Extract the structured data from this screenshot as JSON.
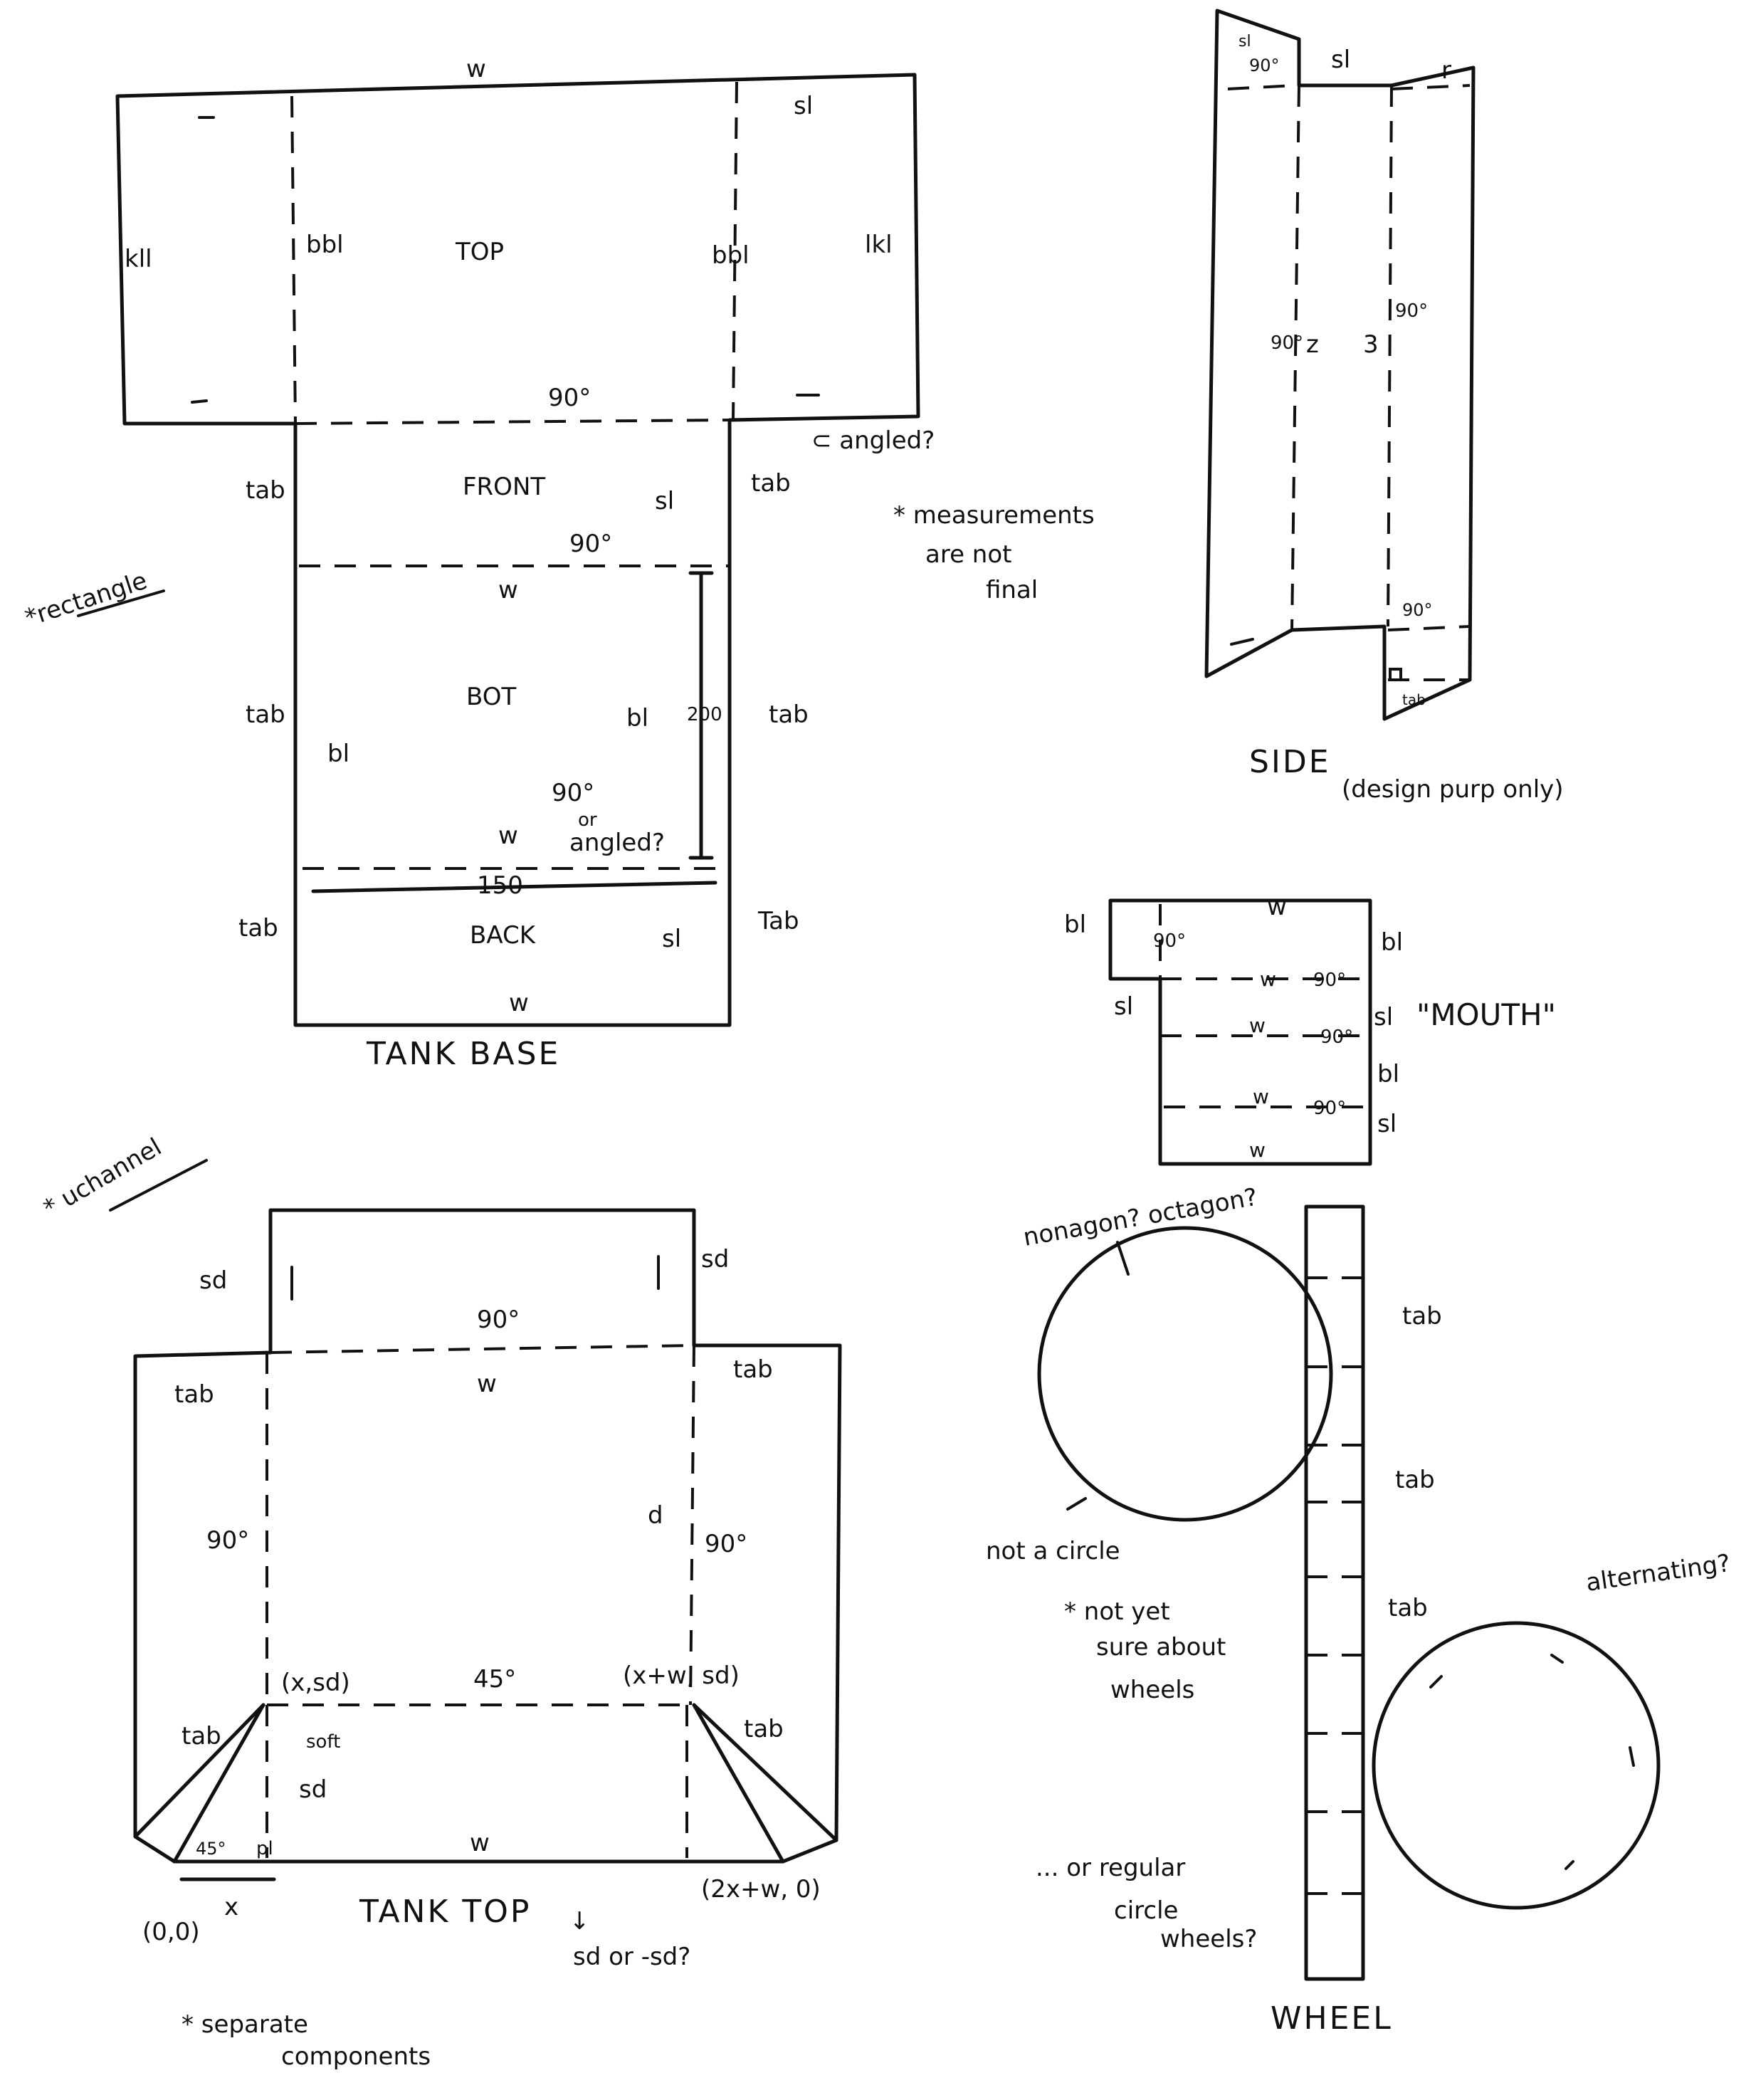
{
  "tank_base": {
    "title": "TANK BASE",
    "top": {
      "w": "w",
      "sl": "sl",
      "kl": "kll",
      "bl_left": "bbl",
      "name": "TOP",
      "bl_right": "bbl",
      "kl_right": "lkl",
      "angle": "90°",
      "angled_note": "⊂ angled?"
    },
    "front": {
      "name": "FRONT",
      "sl": "sl",
      "angle": "90°",
      "tab_left": "tab",
      "tab_right": "tab"
    },
    "bot": {
      "w_top": "w",
      "name": "BOT",
      "bl_right": "bl",
      "bl_left": "bl",
      "height": "200",
      "w_bottom": "w",
      "angle_note": "90°",
      "angle_or": "or",
      "angle_alt": "angled?",
      "width": "150",
      "tab_left": "tab",
      "tab_right": "tab"
    },
    "back": {
      "name": "BACK",
      "sl": "sl",
      "w": "w",
      "tab_left": "tab",
      "tab_right": "Tab"
    }
  },
  "notes": {
    "rectangle": "*rectangle",
    "measurements": [
      "* measurements",
      "are   not",
      "final"
    ],
    "uchannel": "* uchannel",
    "wheels": [
      "* not  yet",
      "sure  about",
      "wheels"
    ],
    "separate": [
      "* separate",
      "components"
    ],
    "sd_question": [
      "↓",
      "sd or -sd?"
    ]
  },
  "side": {
    "title": "SIDE",
    "subtitle": "(design purp only)",
    "labels": {
      "sl_top": "sl",
      "top_left": "sl",
      "angle_top": "90°",
      "r": "r",
      "z": "z",
      "three": "3",
      "angle_left": "90°",
      "angle_right": "90°",
      "angle_bottom": "90°",
      "tab": "tab"
    }
  },
  "mouth": {
    "title": "\"MOUTH\"",
    "labels": {
      "bl1": "bl",
      "angle1": "90°",
      "w_top": "w",
      "bl_right1": "bl",
      "sl_left": "sl",
      "w1": "w",
      "a2": "90°",
      "w2": "w",
      "a3": "90°",
      "sl_right": "sl",
      "bl_right2": "bl",
      "w3": "w",
      "a4": "90°",
      "sl_right2": "sl",
      "w_bottom": "w"
    }
  },
  "tank_top": {
    "title": "TANK TOP",
    "labels": {
      "sd_left": "sd",
      "sd_right": "sd",
      "angle_top": "90°",
      "w_top": "w",
      "tab_left": "tab",
      "tab_right": "tab",
      "angle_left": "90°",
      "d": "d",
      "angle_right": "90°",
      "xsd": "(x,sd)",
      "angle_mid": "45°",
      "xw_sd": "(x+w, sd)",
      "tab_lower_left": "tab",
      "tab_lower_right": "tab",
      "soft": "soft",
      "sd_mid": "sd",
      "angle_corner": "45°",
      "pl": "pl",
      "w_bottom": "w",
      "origin": "(0,0)",
      "x": "x",
      "end": "(2x+w, 0)"
    }
  },
  "wheel": {
    "title": "WHEEL",
    "labels": {
      "shape_question": "nonagon? octagon?",
      "not_circle": "not a circle",
      "tab1": "tab",
      "tab2": "tab",
      "tab3": "tab",
      "alternating": "alternating?",
      "regular": [
        "... or regular",
        "circle",
        "wheels?"
      ]
    }
  }
}
